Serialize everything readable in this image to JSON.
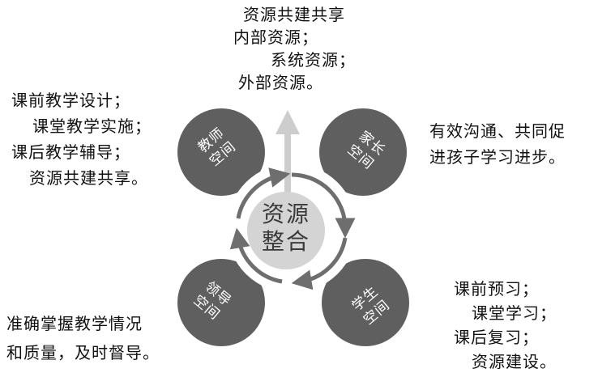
{
  "center": {
    "line1": "资源",
    "line2": "整合"
  },
  "spaces": {
    "teacher": {
      "line1": "教师",
      "line2": "空间"
    },
    "parent": {
      "line1": "家长",
      "line2": "空间"
    },
    "student": {
      "line1": "学生",
      "line2": "空间"
    },
    "leader": {
      "line1": "领导",
      "line2": "空间"
    }
  },
  "texts": {
    "top": [
      "资源共建共享",
      "内部资源；",
      "系统资源；",
      "外部资源。"
    ],
    "teacher": [
      "课前教学设计；",
      "课堂教学实施；",
      "课后教学辅导；",
      "资源共建共享。"
    ],
    "parent": [
      "有效沟通、共同促",
      "进孩子学习进步。"
    ],
    "student": [
      "课前预习；",
      "课堂学习；",
      "课后复习；",
      "资源建设。"
    ],
    "leader": [
      "准确掌握教学情况",
      "和质量，及时督导。"
    ]
  },
  "colors": {
    "petal": "#5f5f5f",
    "center": "#d4d4d4",
    "ring": "#6e6e6e",
    "arrow": "#c8c8c8"
  }
}
